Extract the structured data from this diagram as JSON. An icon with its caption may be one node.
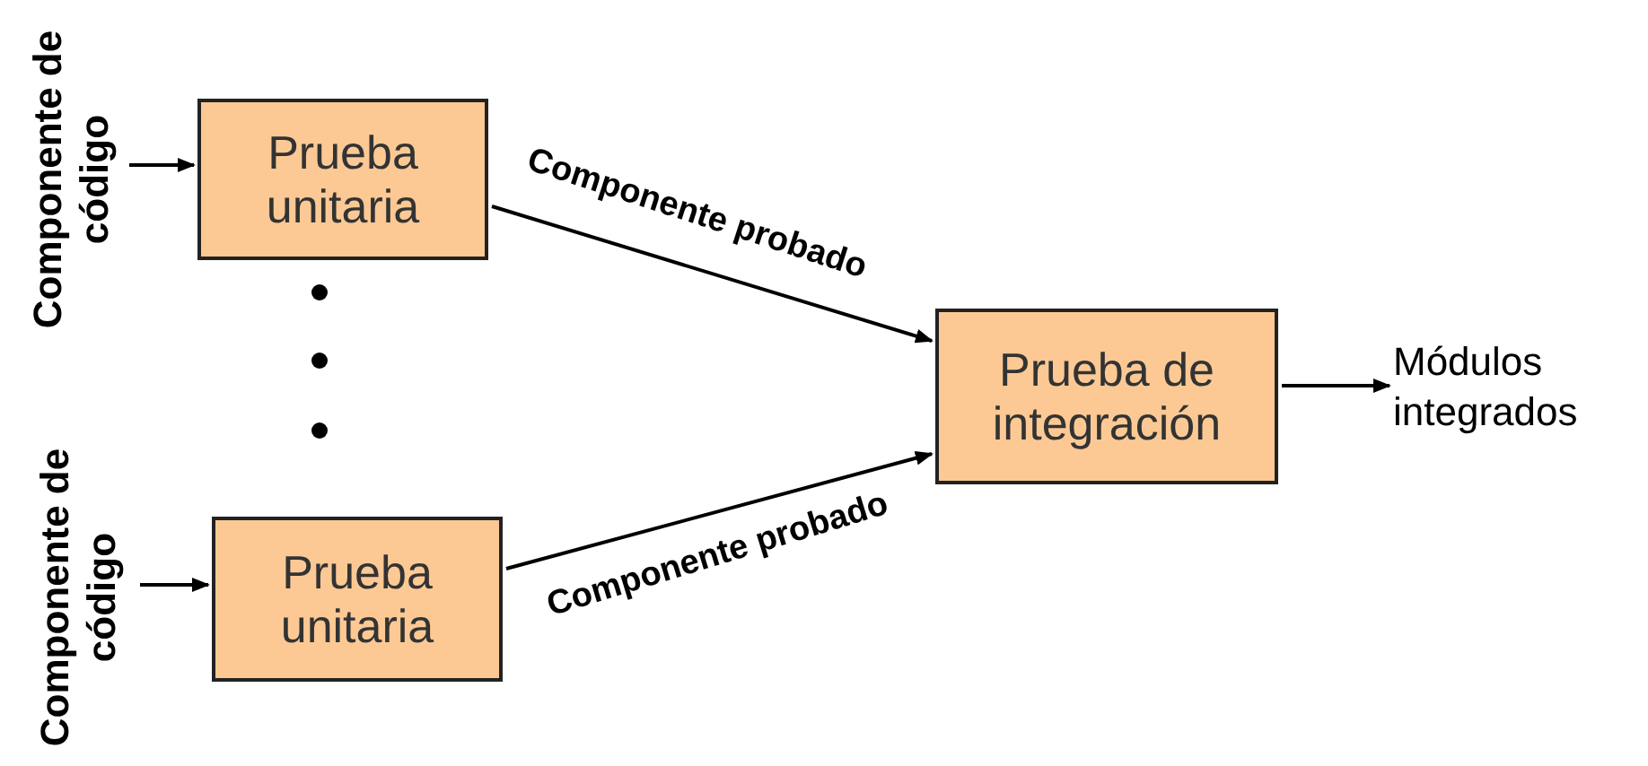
{
  "diagram": {
    "nodes": [
      {
        "text": [
          "Componente de código"
        ]
      },
      {
        "text": [
          "Prueba unitaria"
        ]
      },
      {
        "text": [
          "Componente de código"
        ]
      },
      {
        "text": [
          "Prueba unitaria"
        ]
      },
      {
        "text": [
          "Prueba de integración"
        ]
      },
      {
        "text": [
          "Módulos integrados"
        ]
      }
    ],
    "edges": [
      {
        "from": 0,
        "to": 1,
        "arrow": "to"
      },
      {
        "from": 1,
        "to": 4,
        "arrow": "to",
        "label": "Componente probado"
      },
      {
        "from": 2,
        "to": 3,
        "arrow": "to"
      },
      {
        "from": 3,
        "to": 4,
        "arrow": "to",
        "label": "Componente probado"
      },
      {
        "from": 4,
        "to": 5,
        "arrow": "to"
      }
    ]
  }
}
